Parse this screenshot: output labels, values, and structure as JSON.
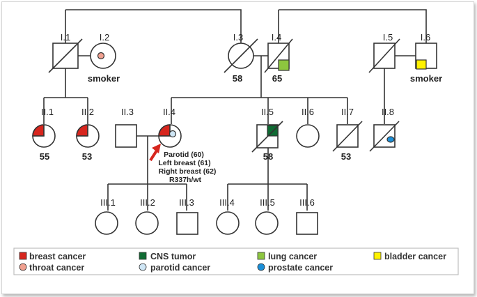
{
  "colors": {
    "breast_cancer": "#d7261e",
    "throat_cancer": "#f0a090",
    "cns_tumor": "#0f6b33",
    "lung_cancer": "#8dc63f",
    "bladder_cancer": "#fff200",
    "parotid_cancer": "#cfe6f5",
    "prostate_cancer": "#1b8fd8",
    "line": "#333333",
    "arrow": "#d7261e"
  },
  "individuals": {
    "I1": {
      "id": "I.1"
    },
    "I2": {
      "id": "I.2",
      "note": "smoker"
    },
    "I3": {
      "id": "I.3",
      "age": "58"
    },
    "I4": {
      "id": "I.4",
      "age": "65"
    },
    "I5": {
      "id": "I.5"
    },
    "I6": {
      "id": "I.6",
      "note": "smoker"
    },
    "II1": {
      "id": "II.1",
      "age": "55"
    },
    "II2": {
      "id": "II.2",
      "age": "53"
    },
    "II3": {
      "id": "II.3"
    },
    "II4": {
      "id": "II.4"
    },
    "II5": {
      "id": "II.5",
      "age": "58"
    },
    "II6": {
      "id": "II.6"
    },
    "II7": {
      "id": "II.7",
      "age": "53"
    },
    "II8": {
      "id": "II.8"
    },
    "III1": {
      "id": "III.1"
    },
    "III2": {
      "id": "III.2"
    },
    "III3": {
      "id": "III.3"
    },
    "III4": {
      "id": "III.4"
    },
    "III5": {
      "id": "III.5"
    },
    "III6": {
      "id": "III.6"
    }
  },
  "proband_annotation": [
    "Parotid (60)",
    "Left breast (61)",
    "Right breast (62)",
    "R337h/wt"
  ],
  "legend": [
    {
      "label": "breast cancer",
      "icon": "red-square"
    },
    {
      "label": "CNS tumor",
      "icon": "dark-green-square"
    },
    {
      "label": "lung cancer",
      "icon": "light-green-square"
    },
    {
      "label": "bladder cancer",
      "icon": "yellow-square"
    },
    {
      "label": "throat cancer",
      "icon": "salmon-circle"
    },
    {
      "label": "parotid cancer",
      "icon": "light-blue-circle"
    },
    {
      "label": "prostate cancer",
      "icon": "blue-circle"
    }
  ]
}
